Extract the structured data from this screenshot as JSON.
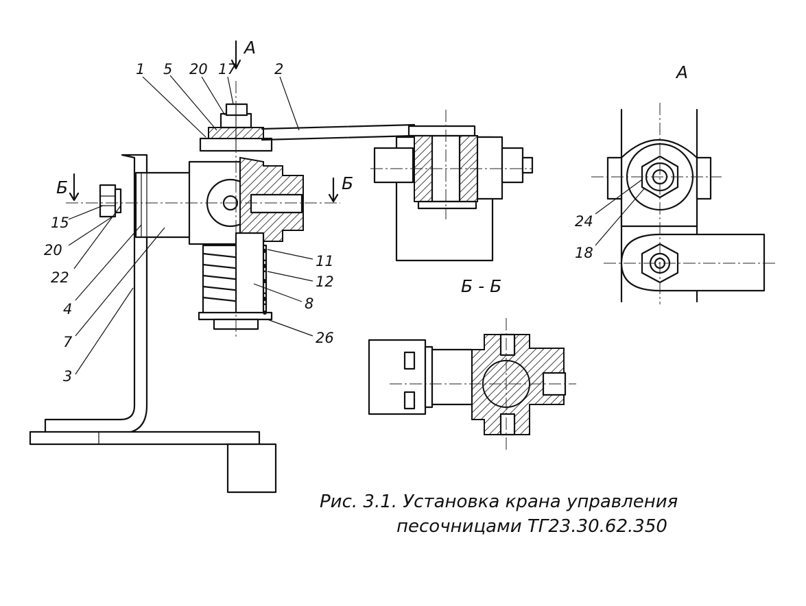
{
  "view_a_label": "А",
  "section_label": "Б",
  "section_title": "Б - Б",
  "caption": {
    "line1": "Рис. 3.1. Установка крана управления",
    "line2": "песочницами ТГ23.30.62.350"
  },
  "callouts": {
    "n1": "1",
    "n5": "5",
    "n20_top": "20",
    "n17": "17",
    "n2": "2",
    "n15": "15",
    "n20_left": "20",
    "n22": "22",
    "n4": "4",
    "n7": "7",
    "n3": "3",
    "n11": "11",
    "n12": "12",
    "n8": "8",
    "n26": "26",
    "n24": "24",
    "n18": "18"
  }
}
